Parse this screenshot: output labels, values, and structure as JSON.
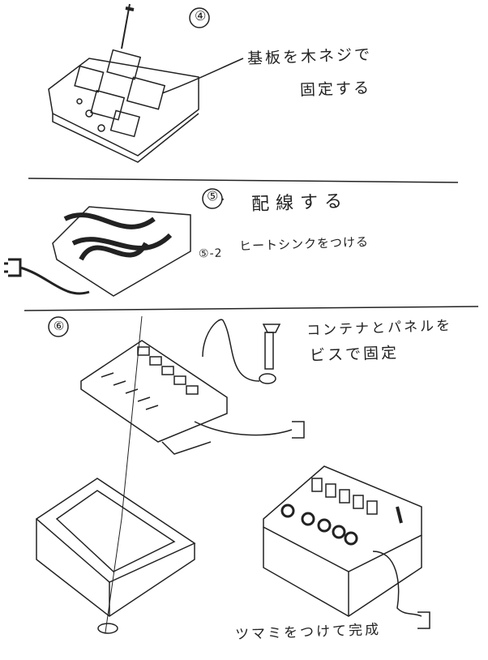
{
  "step4": {
    "number": "④",
    "line1": "基板を木ネジで",
    "line2": "固定する"
  },
  "step5": {
    "number": "⑤.",
    "text": "配線する",
    "sub_number": "⑤-2",
    "sub_text": "ヒートシンクをつける"
  },
  "step6": {
    "number": "⑥",
    "line1": "コンテナとパネルを",
    "line2": "ビスで固定",
    "final": "ツマミをつけて完成"
  },
  "colors": {
    "ink": "#222222",
    "paper": "#ffffff"
  }
}
